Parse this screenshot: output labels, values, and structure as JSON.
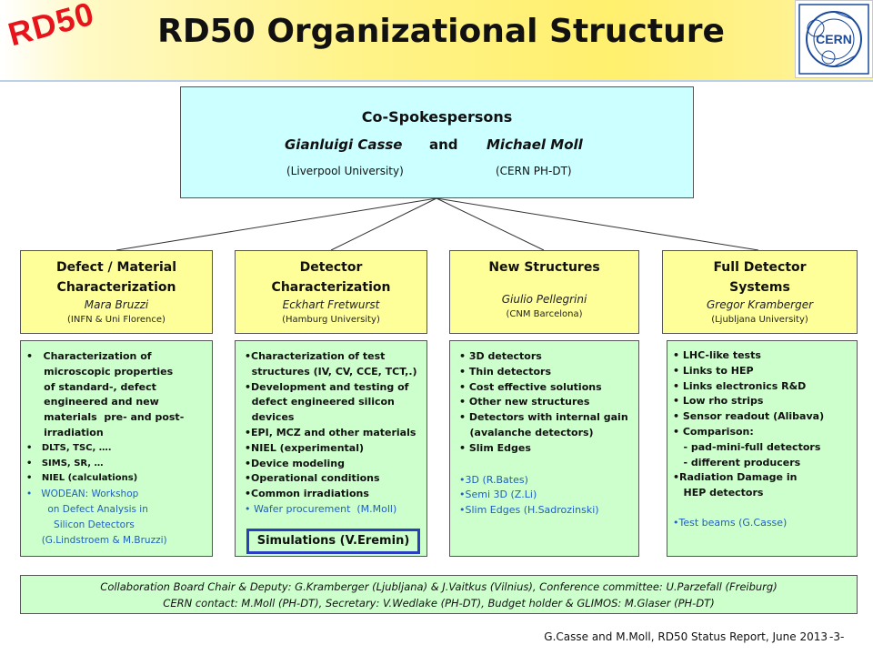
{
  "header": {
    "logo_text": "RD50",
    "title": "RD50 Organizational Structure",
    "cern_logo_text": "CERN"
  },
  "spokespersons": {
    "title": "Co-Spokespersons",
    "name1": "Gianluigi Casse",
    "and": "and",
    "name2": "Michael Moll",
    "affil1": "(Liverpool University)",
    "affil2": "(CERN  PH-DT)"
  },
  "groups": [
    {
      "title_line1": "Defect / Material",
      "title_line2": "Characterization",
      "person": "Mara Bruzzi",
      "affiliation": "(INFN & Uni Florence)",
      "items": [
        "•   Characterization of",
        "     microscopic properties",
        "     of standard-, defect",
        "     engineered and new",
        "     materials  pre- and post-",
        "     irradiation",
        "•   DLTS, TSC, ….",
        "•   SIMS, SR, …",
        "•   NIEL (calculations)",
        "•   WODEAN: Workshop",
        "       on Defect Analysis in",
        "         Silicon Detectors",
        "     (G.Lindstroem & M.Bruzzi)"
      ]
    },
    {
      "title_line1": "Detector",
      "title_line2": "Characterization",
      "person": "Eckhart Fretwurst",
      "affiliation": "(Hamburg University)",
      "items": [
        "•Characterization of test",
        "  structures (IV, CV, CCE, TCT,.)",
        "•Development and testing of",
        "  defect engineered silicon",
        "  devices",
        "•EPI, MCZ and other materials",
        "•NIEL (experimental)",
        "•Device modeling",
        "•Operational conditions",
        "•Common irradiations",
        "• Wafer procurement  (M.Moll)"
      ],
      "highlight": "Simulations (V.Eremin)"
    },
    {
      "title_line1": "New Structures",
      "title_line2": "",
      "person": "Giulio Pellegrini",
      "affiliation": "(CNM Barcelona)",
      "items": [
        "• 3D detectors",
        "• Thin detectors",
        "• Cost effective solutions",
        "• Other new structures",
        "• Detectors with internal gain",
        "   (avalanche detectors)",
        "• Slim Edges"
      ],
      "links": [
        "•3D (R.Bates)",
        "•Semi 3D (Z.Li)",
        "•Slim Edges (H.Sadrozinski)"
      ]
    },
    {
      "title_line1": "Full Detector",
      "title_line2": "Systems",
      "person": "Gregor Kramberger",
      "affiliation": "(Ljubljana University)",
      "items": [
        "• LHC-like tests",
        "• Links to HEP",
        "• Links electronics R&D",
        "• Low rho strips",
        "• Sensor readout (Alibava)",
        "• Comparison:",
        "   - pad-mini-full detectors",
        "   - different producers",
        "•Radiation Damage in",
        "   HEP detectors"
      ],
      "links": [
        "•Test beams (G.Casse)"
      ]
    }
  ],
  "bottom": {
    "line1": "Collaboration Board Chair & Deputy: G.Kramberger (Ljubljana) & J.Vaitkus (Vilnius), Conference committee: U.Parzefall (Freiburg)",
    "line2": "CERN contact: M.Moll (PH-DT),   Secretary: V.Wedlake (PH-DT),  Budget holder & GLIMOS: M.Glaser (PH-DT)"
  },
  "footer": {
    "text": "G.Casse and M.Moll, RD50 Status Report, June 2013",
    "page": "-3-"
  },
  "colors": {
    "header_yellow": "#fff06e",
    "spokes_cyan": "#ccffff",
    "group_yellow": "#ffff99",
    "content_green": "#ccffcc",
    "link_blue": "#1f5fbf",
    "logo_red": "#e8141c",
    "highlight_border": "#2a3fbf"
  }
}
